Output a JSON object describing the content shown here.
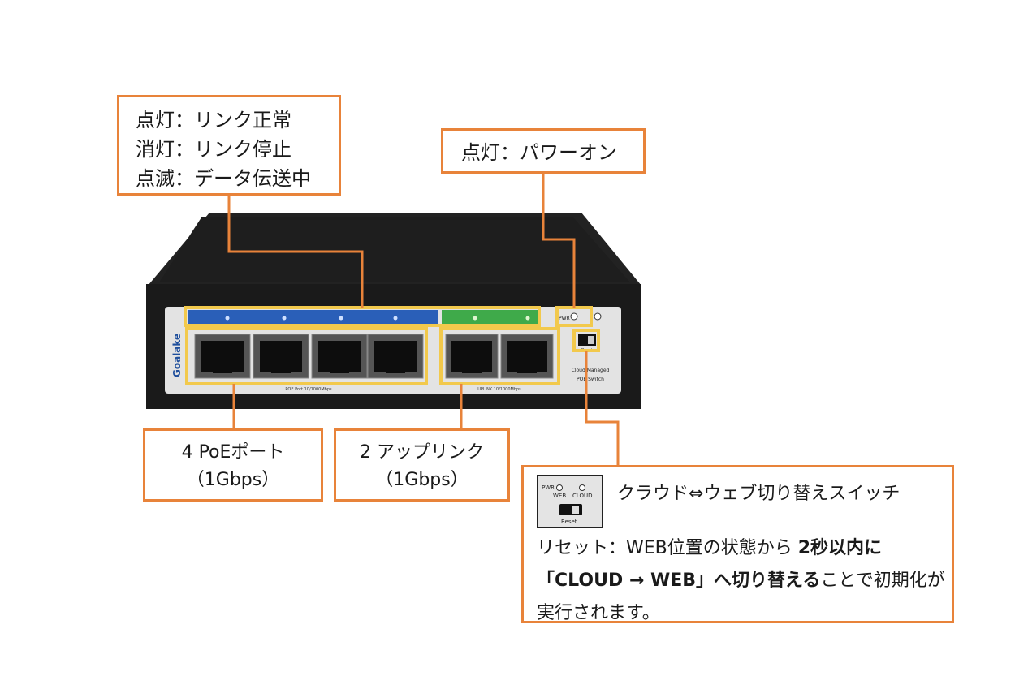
{
  "led_callout": {
    "lines": [
      "点灯：リンク正常",
      "消灯：リンク停止",
      "点滅：データ伝送中"
    ]
  },
  "power_callout": {
    "text": "点灯：パワーオン"
  },
  "poe_callout": {
    "line1": "4 PoEポート",
    "line2": "（1Gbps）"
  },
  "uplink_callout": {
    "line1": "2 アップリンク",
    "line2": "（1Gbps）"
  },
  "switch_callout": {
    "title": "クラウド⇔ウェブ切り替えスイッチ",
    "desc_a": "リセット：WEB位置の状態から ",
    "desc_b": "2秒以内に",
    "desc_c": "「CLOUD → WEB」へ切り替える",
    "desc_d": "ことで初期化が実行されます。",
    "thumb": {
      "pwr": "PWR",
      "web": "WEB",
      "cloud": "CLOUD",
      "reset": "Reset"
    }
  },
  "device": {
    "brand": "Goalake",
    "name_line1": "Cloud Managed",
    "name_line2": "POE Switch",
    "poe_caption": "POE Port 10/1000Mbps",
    "uplink_caption": "UPLINK 10/1000Mbps",
    "pwr_label": "PWR",
    "reset_label": "Reset"
  },
  "colors": {
    "callout_border": "#e8833a",
    "highlight": "#f2c94c",
    "poe_led_band": "#2a5fb8",
    "uplink_led_band": "#3faa4a",
    "chassis": "#1c1c1c"
  }
}
